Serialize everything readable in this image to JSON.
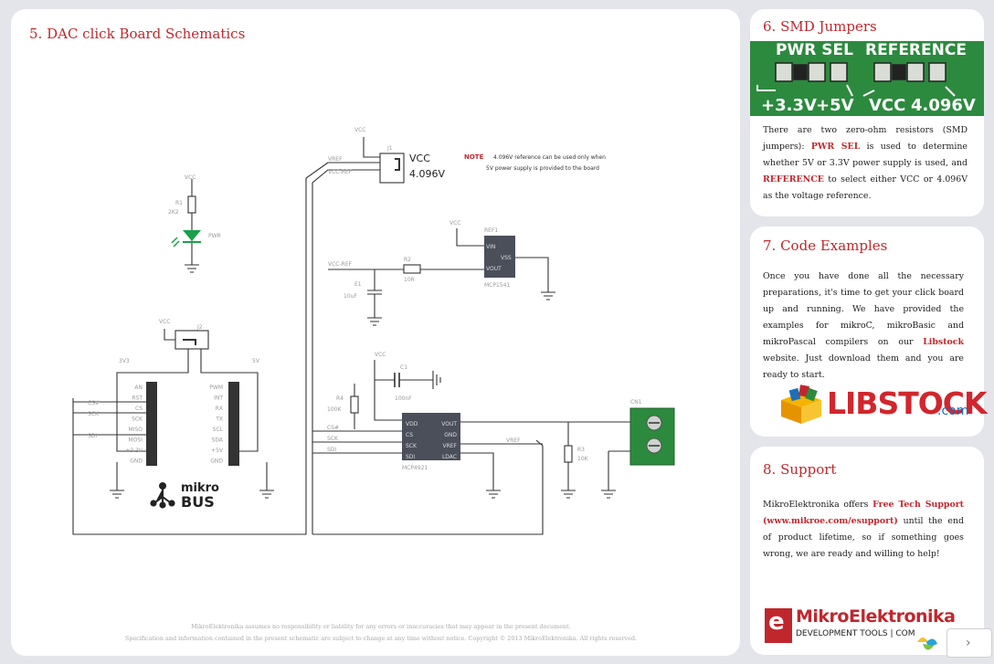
{
  "main": {
    "title": "5. DAC click Board Schematics",
    "schematic": {
      "vcc": "VCC",
      "j1": "J1",
      "vref": "VREF",
      "vcc_ref": "VCC-REF",
      "opt_vcc": "VCC",
      "opt_4096": "4.096V",
      "note_label": "NOTE",
      "note_line1": "4.096V reference can be used only when",
      "note_line2": "5V power supply is provided to the board",
      "r1": "R1",
      "r1_val": "2K2",
      "pwr": "PWR",
      "ref1": "REF1",
      "vin": "VIN",
      "vss": "VSS",
      "vout": "VOUT",
      "mcp1541": "MCP1541",
      "r2": "R2",
      "r2_val": "10R",
      "e1": "E1",
      "e1_val": "10uF",
      "j2": "J2",
      "v33": "3V3",
      "v5": "5V",
      "mb_left": [
        "AN",
        "RST",
        "CS",
        "SCK",
        "MISO",
        "MOSI",
        "+3.3V",
        "GND"
      ],
      "mb_right": [
        "PWM",
        "INT",
        "RX",
        "TX",
        "SCL",
        "SDA",
        "+5V",
        "GND"
      ],
      "cs": "CS#",
      "sck": "SCK",
      "sdi": "SDI",
      "mikro": "mikro",
      "bus": "BUS",
      "c1": "C1",
      "c1_val": "100nF",
      "r4": "R4",
      "r4_val": "100K",
      "mcp_left": [
        "VDD",
        "CS",
        "SCK",
        "SDI"
      ],
      "mcp_right": [
        "VOUT",
        "GND",
        "VREF",
        "LDAC"
      ],
      "mcp4921": "MCP4921",
      "r3": "R3",
      "r3_val": "10K",
      "cn1": "CN1"
    },
    "footer_line1": "MikroElektronika assumes no responsibility or liability for any errors or inaccuracies that may appear in the present document.",
    "footer_line2": "Specification and information contained in the present schematic are subject to change at any time without notice. Copyright © 2013 MikroElektronika. All rights reserved."
  },
  "smd": {
    "heading": "6. SMD Jumpers",
    "photo_pwr_sel": "PWR SEL",
    "photo_reference": "REFERENCE",
    "photo_33": "+3.3V",
    "photo_5": "+5V",
    "photo_vcc": "VCC",
    "photo_4096": "4.096V",
    "p1": "There are two zero-ohm resistors (SMD jumpers):",
    "pwr_sel": "PWR SEL",
    "p2": "is used to determine whether 5V or 3.3V power supply is used, and",
    "reference": "REFERENCE",
    "p3": "to select either VCC or 4.096V as the voltage reference."
  },
  "code": {
    "heading": "7. Code Examples",
    "p1": "Once you have done all the necessary preparations, it's time to get your click board up and running. We have provided the examples for mikroC, mikroBasic and mikroPascal compilers on our",
    "libstock": "Libstock",
    "p2": "website. Just download them and you are ready to start.",
    "logo_text": "LIBSTOCK",
    "logo_com": ".com"
  },
  "support": {
    "heading": "8. Support",
    "p1": "MikroElektronika offers",
    "free": "Free Tech Support",
    "link": "(www.mikroe.com/esupport)",
    "p2": "until the end of product lifetime, so if something goes wrong, we are ready and willing to help!",
    "logo_name": "MikroElektronika",
    "logo_tag": "DEVELOPMENT TOOLS | COM",
    "logo_badge": "e"
  },
  "colors": {
    "accent": "#c0272d",
    "board_green": "#2c8a3e",
    "background": "#e3e5ea"
  }
}
